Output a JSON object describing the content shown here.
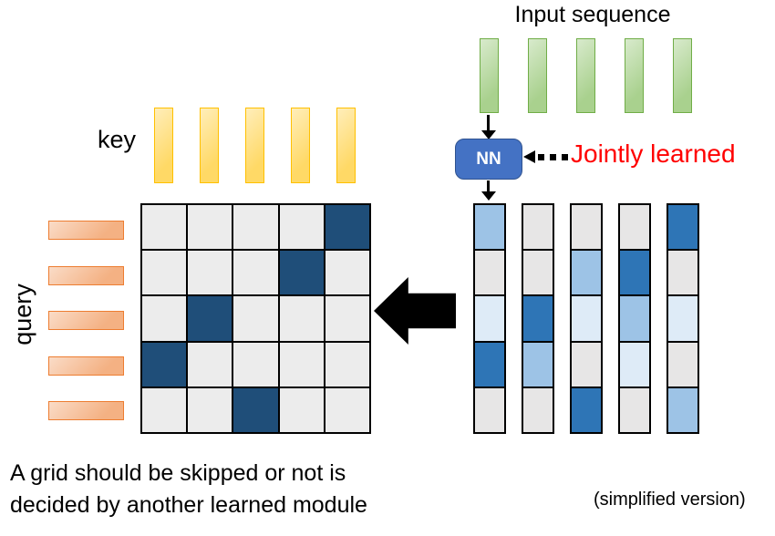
{
  "labels": {
    "input_sequence": "Input sequence",
    "key": "key",
    "query": "query",
    "nn": "NN",
    "jointly_learned": "Jointly learned",
    "caption_line1": "A grid should be skipped or not is",
    "caption_line2": "decided by another learned module",
    "simplified": "(simplified version)"
  },
  "bars": {
    "input_count": 5,
    "key_count": 5,
    "query_count": 5
  },
  "skip_grid": {
    "rows": [
      [
        0,
        0,
        0,
        0,
        1
      ],
      [
        0,
        0,
        0,
        1,
        0
      ],
      [
        0,
        1,
        0,
        0,
        0
      ],
      [
        1,
        0,
        0,
        0,
        0
      ],
      [
        0,
        0,
        1,
        0,
        0
      ]
    ],
    "dark_color": "#1F4E79",
    "light_color": "#ECECEC"
  },
  "nn_output": {
    "columns": [
      [
        "m",
        "g",
        "l",
        "d",
        "g"
      ],
      [
        "g",
        "g",
        "d",
        "m",
        "g"
      ],
      [
        "g",
        "m",
        "l",
        "g",
        "d"
      ],
      [
        "g",
        "d",
        "m",
        "l",
        "g"
      ],
      [
        "d",
        "g",
        "l",
        "g",
        "m"
      ]
    ],
    "color_map": {
      "d": "#2E75B6",
      "m": "#9DC3E6",
      "l": "#DEEBF7",
      "g": "#E7E6E6"
    }
  },
  "colors": {
    "green_fill": "#A9D18E",
    "green_border": "#70AD47",
    "yellow_fill": "#FFD966",
    "yellow_border": "#FFC000",
    "salmon_fill": "#F4B183",
    "salmon_border": "#ED7D31",
    "nn_fill": "#4472C4",
    "nn_border": "#2F528F",
    "accent_red": "#FF0000",
    "arrow_black": "#000000"
  }
}
